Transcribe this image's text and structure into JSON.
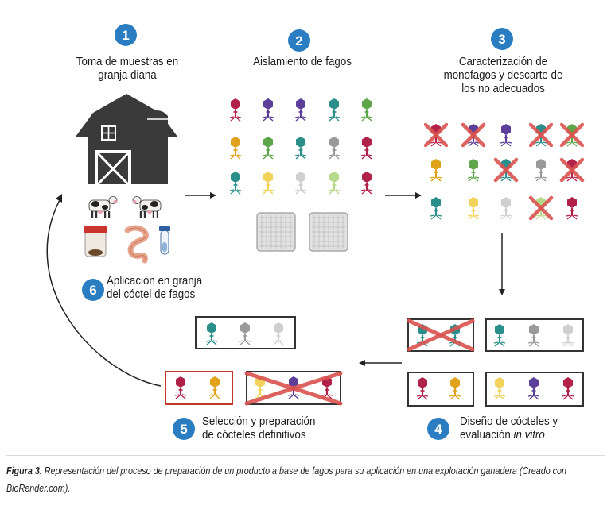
{
  "steps": [
    {
      "number": "1",
      "label_lines": [
        "Toma de muestras en",
        "granja diana"
      ]
    },
    {
      "number": "2",
      "label_lines": [
        "Aislamiento de fagos"
      ]
    },
    {
      "number": "3",
      "label_lines": [
        "Caracterización de",
        "monofagos y descarte de",
        "los no adecuados"
      ]
    },
    {
      "number": "4",
      "label_lines": [
        "Diseño de cócteles y",
        "evaluación in vitro"
      ]
    },
    {
      "number": "5",
      "label_lines": [
        "Selección y preparación",
        "de cócteles definitivos"
      ]
    },
    {
      "number": "6",
      "label_lines": [
        "Aplicación en granja",
        "del cóctel de fagos"
      ]
    }
  ],
  "step4_italic_suffix": "in vitro",
  "caption": {
    "prefix": "Figura 3.",
    "text": "Representación del proceso de preparación de un producto a base de fagos para su aplicación en una explotación ganadera (Creado con BioRender.com)."
  },
  "colors": {
    "badge": "#2a7dc1",
    "cross": "#d9534f",
    "teal": "#2a8f8a",
    "purple": "#5b3f98",
    "green": "#5ea64a",
    "orange": "#e0a21a",
    "gray": "#9a9a9a",
    "crimson": "#b0224a",
    "yellow": "#f2d25a",
    "lightgray": "#cfcfcf",
    "lightgreen": "#b7d98a",
    "red_border": "#c0392b",
    "barn": "#3a3a3a"
  },
  "icons": {
    "farm": "barn-silo-icon",
    "cow": "cow-icon",
    "jar": "sample-jar-icon",
    "intestine": "intestine-icon",
    "tube": "test-tube-icon",
    "plate": "culture-plate-icon",
    "phage": "phage-icon",
    "cross": "discard-cross-icon"
  }
}
